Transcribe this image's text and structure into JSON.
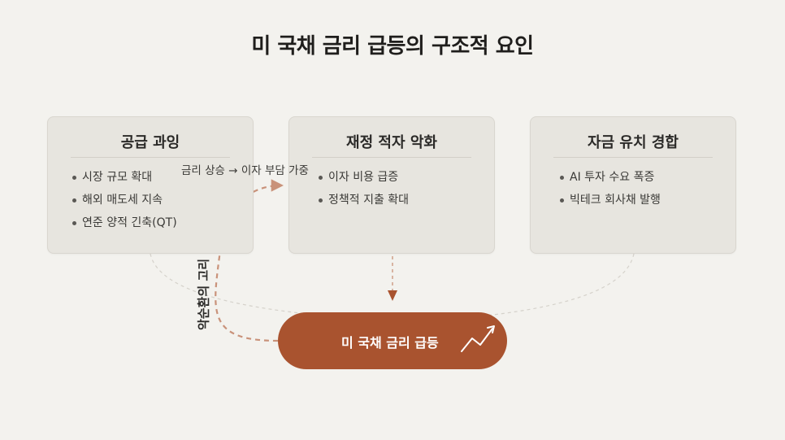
{
  "title": "미 국채 금리 급등의 구조적 요인",
  "cards": [
    {
      "title": "공급 과잉",
      "items": [
        "시장 규모 확대",
        "해외 매도세 지속",
        "연준 양적 긴축(QT)"
      ]
    },
    {
      "title": "재정 적자 악화",
      "items": [
        "이자 비용 급증",
        "정책적 지출 확대"
      ]
    },
    {
      "title": "자금 유치 경합",
      "items": [
        "AI 투자 수요 폭증",
        "빅테크 회사채 발행"
      ]
    }
  ],
  "result": {
    "label": "미 국채 금리 급등",
    "icon": "trend-up-icon"
  },
  "feedback": {
    "arc_label": "금리 상승 → 이자 부담 가중",
    "cycle_label": "악순환의 고리"
  },
  "colors": {
    "background": "#F3F2EE",
    "card": "#E7E5DF",
    "accent": "#A9532F",
    "arrow": "#C9927A",
    "connector": "#D5D2CB"
  }
}
